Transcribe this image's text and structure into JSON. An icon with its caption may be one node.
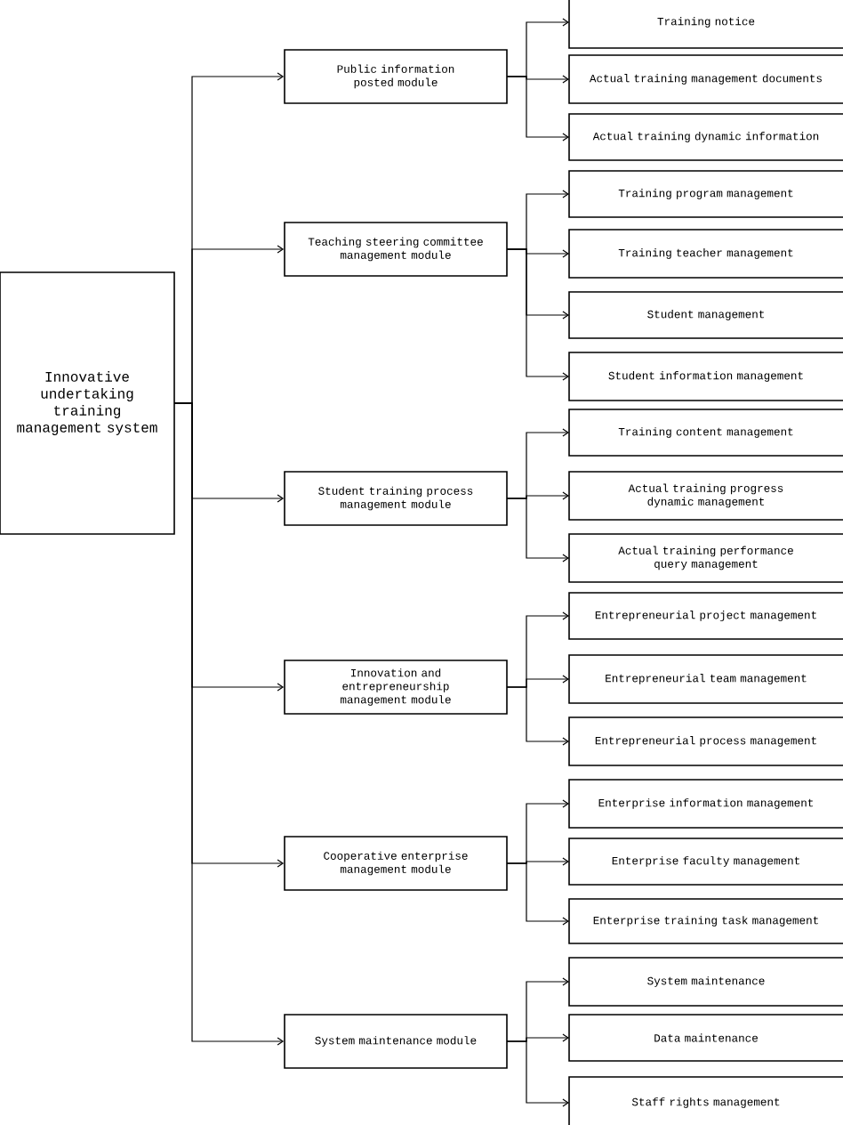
{
  "diagram": {
    "nodes": [
      {
        "text": [
          "Innovative undertaking training management system"
        ]
      },
      {
        "text": [
          "Public information posted module"
        ]
      },
      {
        "text": [
          "Training notice"
        ]
      },
      {
        "text": [
          "Actual training management documents"
        ]
      },
      {
        "text": [
          "Actual training dynamic information"
        ]
      },
      {
        "text": [
          "Teaching steering committee management module"
        ]
      },
      {
        "text": [
          "Training program management"
        ]
      },
      {
        "text": [
          "Training teacher management"
        ]
      },
      {
        "text": [
          "Student management"
        ]
      },
      {
        "text": [
          "Student information management"
        ]
      },
      {
        "text": [
          "Student training process management module"
        ]
      },
      {
        "text": [
          "Training content management"
        ]
      },
      {
        "text": [
          "Actual training progress dynamic management"
        ]
      },
      {
        "text": [
          "Actual training performance query management"
        ]
      },
      {
        "text": [
          "Innovation and entrepreneurship management module"
        ]
      },
      {
        "text": [
          "Entrepreneurial project management"
        ]
      },
      {
        "text": [
          "Entrepreneurial team management"
        ]
      },
      {
        "text": [
          "Entrepreneurial process management"
        ]
      },
      {
        "text": [
          "Cooperative enterprise management module"
        ]
      },
      {
        "text": [
          "Enterprise information management"
        ]
      },
      {
        "text": [
          "Enterprise faculty management"
        ]
      },
      {
        "text": [
          "Enterprise training task management"
        ]
      },
      {
        "text": [
          "System maintenance module"
        ]
      },
      {
        "text": [
          "System maintenance"
        ]
      },
      {
        "text": [
          "Data maintenance"
        ]
      },
      {
        "text": [
          "Staff rights management"
        ]
      }
    ],
    "edges": [
      {
        "from": 0,
        "to": 1,
        "arrow": "to"
      },
      {
        "from": 0,
        "to": 5,
        "arrow": "to"
      },
      {
        "from": 0,
        "to": 10,
        "arrow": "to"
      },
      {
        "from": 0,
        "to": 14,
        "arrow": "to"
      },
      {
        "from": 0,
        "to": 18,
        "arrow": "to"
      },
      {
        "from": 0,
        "to": 22,
        "arrow": "to"
      },
      {
        "from": 1,
        "to": 2,
        "arrow": "to"
      },
      {
        "from": 1,
        "to": 3,
        "arrow": "to"
      },
      {
        "from": 1,
        "to": 4,
        "arrow": "to"
      },
      {
        "from": 5,
        "to": 6,
        "arrow": "to"
      },
      {
        "from": 5,
        "to": 7,
        "arrow": "to"
      },
      {
        "from": 5,
        "to": 8,
        "arrow": "to"
      },
      {
        "from": 5,
        "to": 9,
        "arrow": "to"
      },
      {
        "from": 10,
        "to": 11,
        "arrow": "to"
      },
      {
        "from": 10,
        "to": 12,
        "arrow": "to"
      },
      {
        "from": 10,
        "to": 13,
        "arrow": "to"
      },
      {
        "from": 14,
        "to": 15,
        "arrow": "to"
      },
      {
        "from": 14,
        "to": 16,
        "arrow": "to"
      },
      {
        "from": 14,
        "to": 17,
        "arrow": "to"
      },
      {
        "from": 18,
        "to": 19,
        "arrow": "to"
      },
      {
        "from": 18,
        "to": 20,
        "arrow": "to"
      },
      {
        "from": 18,
        "to": 21,
        "arrow": "to"
      },
      {
        "from": 22,
        "to": 23,
        "arrow": "to"
      },
      {
        "from": 22,
        "to": 24,
        "arrow": "to"
      },
      {
        "from": 22,
        "to": 25,
        "arrow": "to"
      }
    ]
  }
}
